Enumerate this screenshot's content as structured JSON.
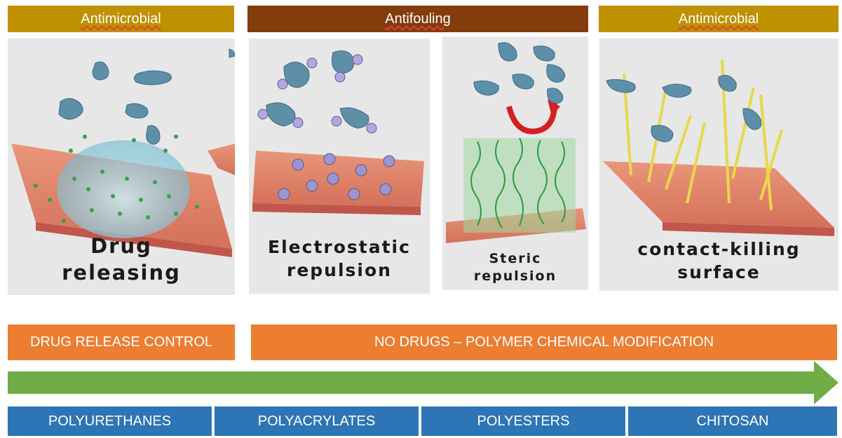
{
  "headers": [
    {
      "label": "Antimicrobial",
      "color": "#bf9000"
    },
    {
      "label": "Antifouling",
      "color": "#843c0c"
    },
    {
      "label": "Antimicrobial",
      "color": "#bf9000"
    }
  ],
  "panels": [
    {
      "caption": "Drug\nreleasing"
    },
    {
      "caption": "Electrostatic\nrepulsion"
    },
    {
      "caption": "Steric\nrepulsion"
    },
    {
      "caption": "contact-killing\nsurface"
    }
  ],
  "process_bars": [
    {
      "label": "DRUG RELEASE CONTROL"
    },
    {
      "label": "NO DRUGS – POLYMER CHEMICAL MODIFICATION"
    }
  ],
  "arrow_color": "#70ad47",
  "polymers": [
    {
      "label": "POLYURETHANES"
    },
    {
      "label": "POLYACRYLATES"
    },
    {
      "label": "POLYESTERS"
    },
    {
      "label": "CHITOSAN"
    }
  ]
}
